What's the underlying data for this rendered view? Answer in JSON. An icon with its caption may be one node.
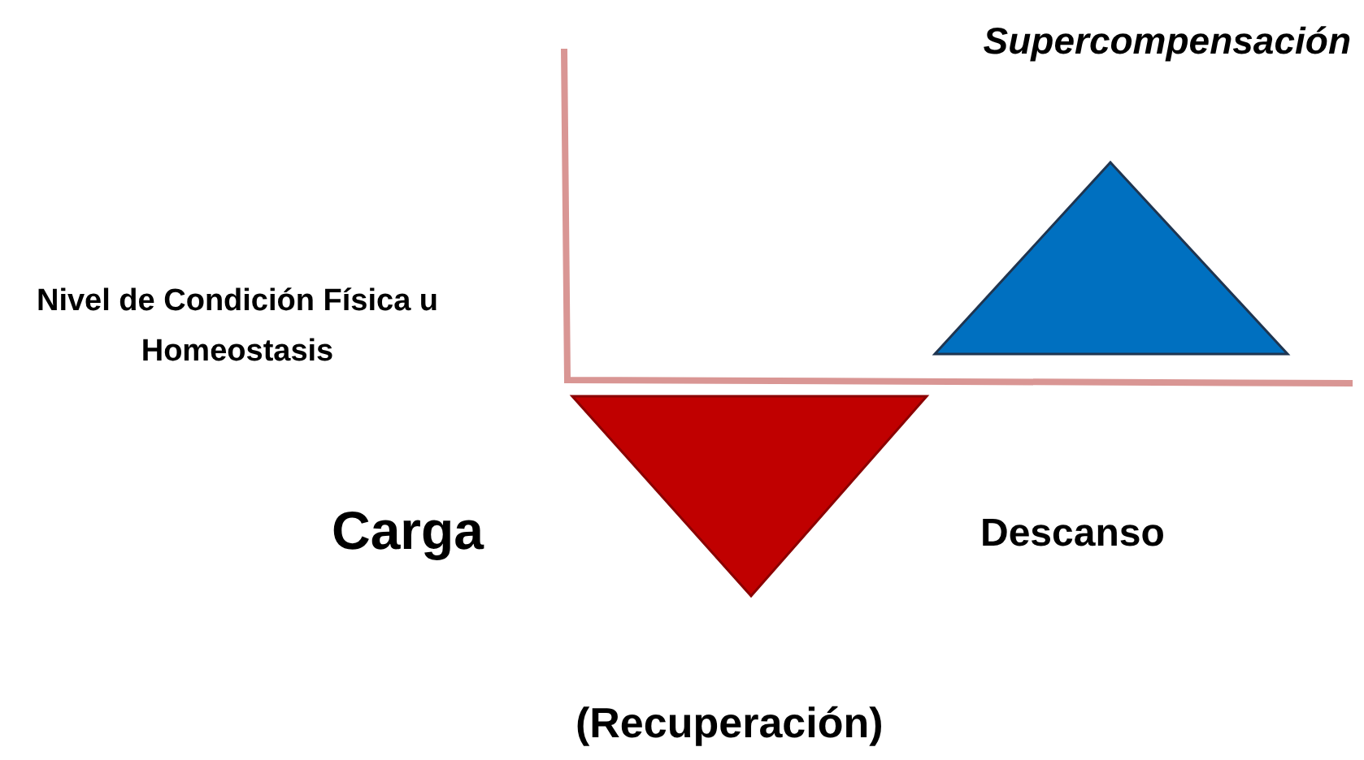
{
  "diagram": {
    "nodes": [
      {
        "text": [],
        "shape": "triangle"
      },
      {
        "text": [],
        "shape": "triangle"
      }
    ],
    "labels": [
      "Supercompensación",
      "Nivel de Condición Física u Homeostasis",
      "Carga",
      "Descanso",
      "(Recuperación)"
    ]
  }
}
